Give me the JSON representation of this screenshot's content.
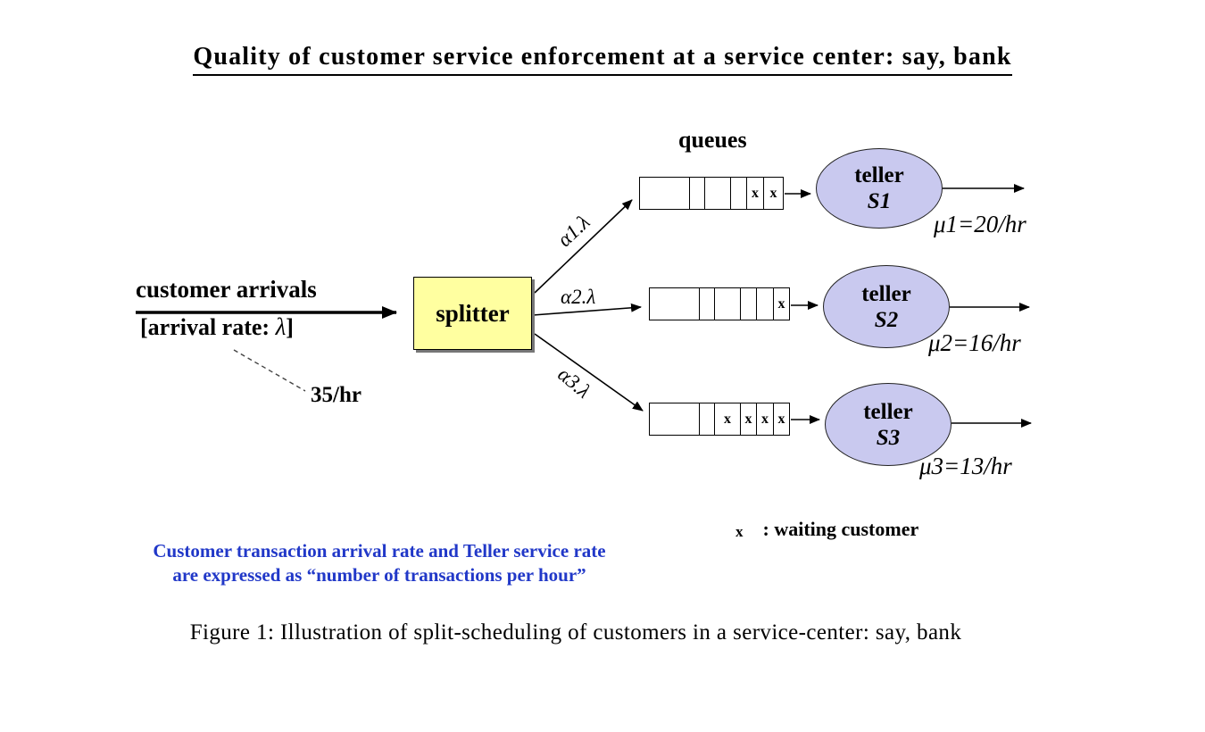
{
  "page": {
    "title": "Quality of customer service enforcement at a service center: say, bank",
    "caption": "Figure 1: Illustration of split-scheduling of customers in a service-center: say, bank"
  },
  "note": {
    "line1": "Customer transaction arrival rate and Teller service rate",
    "line2": "are expressed as “number of transactions per hour”"
  },
  "diagram": {
    "queues_label": "queues",
    "arrival": {
      "label": "customer arrivals",
      "rate_prefix": "[arrival rate: ",
      "rate_lambda": "λ",
      "rate_suffix": "]",
      "rate_value": "35/hr"
    },
    "splitter_label": "splitter",
    "branches": [
      {
        "label": "α1.λ"
      },
      {
        "label": "α2.λ"
      },
      {
        "label": "α3.λ"
      }
    ],
    "queues": [
      {
        "cells": [
          "",
          "",
          "",
          "",
          "x",
          "x"
        ]
      },
      {
        "cells": [
          "",
          "",
          "",
          "",
          "",
          "x"
        ]
      },
      {
        "cells": [
          "",
          "",
          "x",
          "x",
          "x",
          "x"
        ]
      }
    ],
    "tellers": [
      {
        "line1": "teller",
        "line2": "S1",
        "rate": "μ1=20/hr"
      },
      {
        "line1": "teller",
        "line2": "S2",
        "rate": "μ2=16/hr"
      },
      {
        "line1": "teller",
        "line2": "S3",
        "rate": "μ3=13/hr"
      }
    ],
    "legend": {
      "symbol": "x",
      "text": ": waiting customer"
    }
  },
  "colors": {
    "splitter_fill": "#ffffa0",
    "teller_fill": "#c9c9ef",
    "note_blue": "#2138c8"
  }
}
